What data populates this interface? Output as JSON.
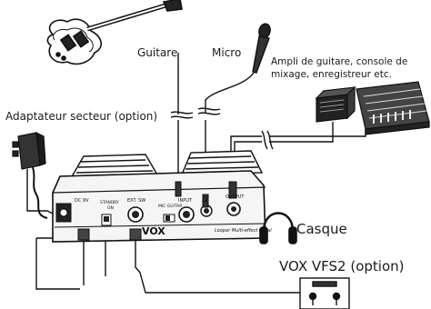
{
  "labels": {
    "guitar": "Guitare",
    "mic": "Micro",
    "amp_line1": "Ampli de guitare, console de",
    "amp_line2": "mixage, enregistreur etc.",
    "adapter": "Adaptateur secteur (option)",
    "headphones": "Casque",
    "footswitch": "VOX VFS2 (option)"
  },
  "pedal_markings": {
    "brand": "VOX",
    "model": "Looper Multi-effect Pedal",
    "dc": "DC 9V",
    "standby": "STANDBY",
    "on": "ON",
    "ext_sw": "EXT. SW",
    "mic_guitar": "MIC GUITAR",
    "input": "INPUT",
    "output": "OUTPUT",
    "phones_symbol": "Ω"
  }
}
